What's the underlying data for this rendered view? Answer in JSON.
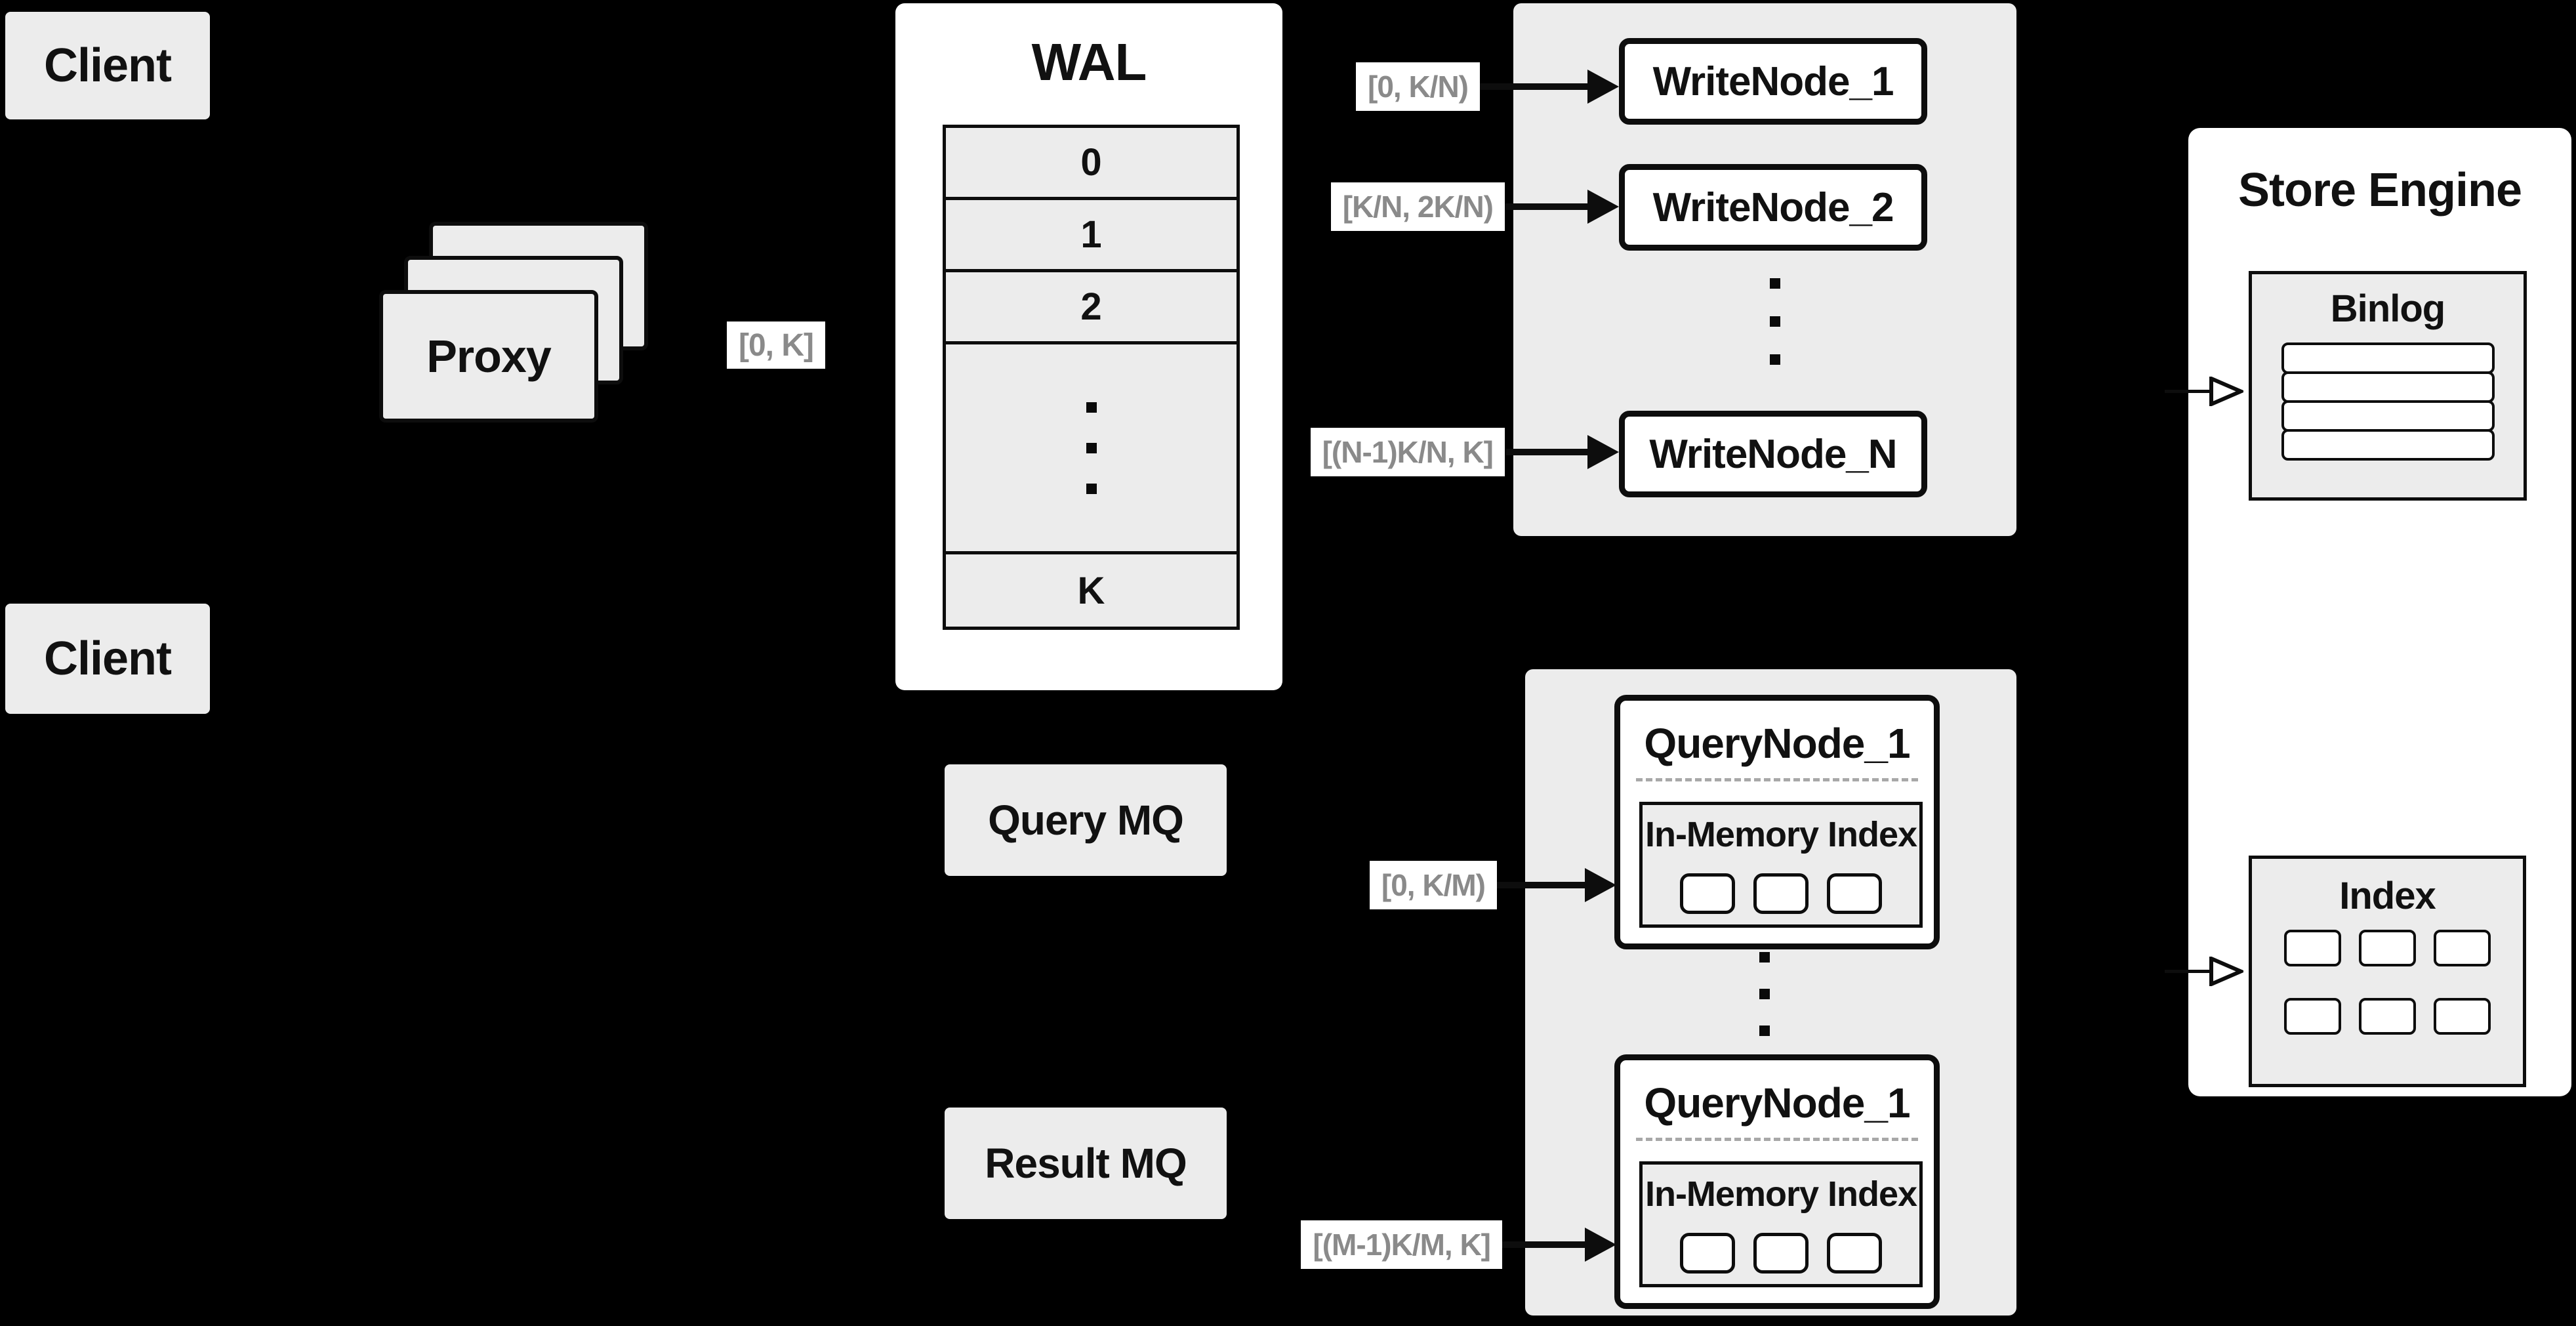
{
  "colors": {
    "background": "#000000",
    "panel_gray": "#ececec",
    "box_white": "#ffffff",
    "line_black": "#0d0d0d",
    "range_text_gray": "#8a8a8a",
    "dashed_gray": "#a8a8a8"
  },
  "clients": {
    "top": "Client",
    "bottom": "Client"
  },
  "proxy": {
    "label": "Proxy",
    "range_out": "[0, K]"
  },
  "wal": {
    "title": "WAL",
    "rows": [
      "0",
      "1",
      "2"
    ],
    "last_row": "K"
  },
  "write_cluster": {
    "nodes": [
      {
        "label": "WriteNode_1",
        "range": "[0, K/N)"
      },
      {
        "label": "WriteNode_2",
        "range": "[K/N, 2K/N)"
      },
      {
        "label": "WriteNode_N",
        "range": "[(N-1)K/N, K]"
      }
    ]
  },
  "store_engine": {
    "title": "Store Engine",
    "binlog": {
      "title": "Binlog",
      "row_count": 4
    },
    "index": {
      "title": "Index",
      "cell_count": 6
    }
  },
  "mq": {
    "query": "Query MQ",
    "result": "Result MQ"
  },
  "query_cluster": {
    "nodes": [
      {
        "label": "QueryNode_1",
        "inner_title": "In-Memory Index",
        "range": "[0, K/M)",
        "segment_count": 3
      },
      {
        "label": "QueryNode_1",
        "inner_title": "In-Memory Index",
        "range": "[(M-1)K/M, K]",
        "segment_count": 3
      }
    ]
  }
}
